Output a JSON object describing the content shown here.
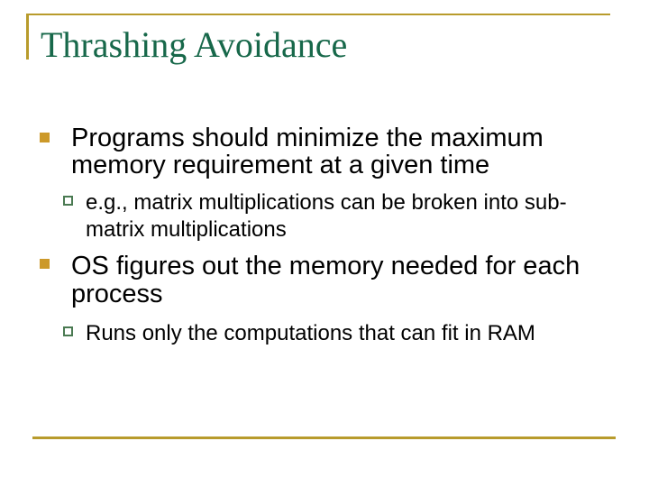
{
  "title": "Thrashing Avoidance",
  "bullets": [
    {
      "level": 1,
      "marker": "filled-square",
      "text": "Programs should minimize the maximum memory requirement at a given time"
    },
    {
      "level": 2,
      "marker": "open-square",
      "text": "e.g., matrix multiplications can be broken into sub-matrix multiplications"
    },
    {
      "level": 1,
      "marker": "filled-square",
      "text": "OS figures out the memory needed for each process"
    },
    {
      "level": 2,
      "marker": "open-square",
      "text": "Runs only the computations that can fit in RAM"
    }
  ],
  "colors": {
    "rule_gold": "#B89B2C",
    "bullet_gold": "#CC9929",
    "sub_bullet_green": "#4A7A52",
    "title_green": "#17684A",
    "body_text": "#000000",
    "slide_bg": "#FFFFFF"
  }
}
